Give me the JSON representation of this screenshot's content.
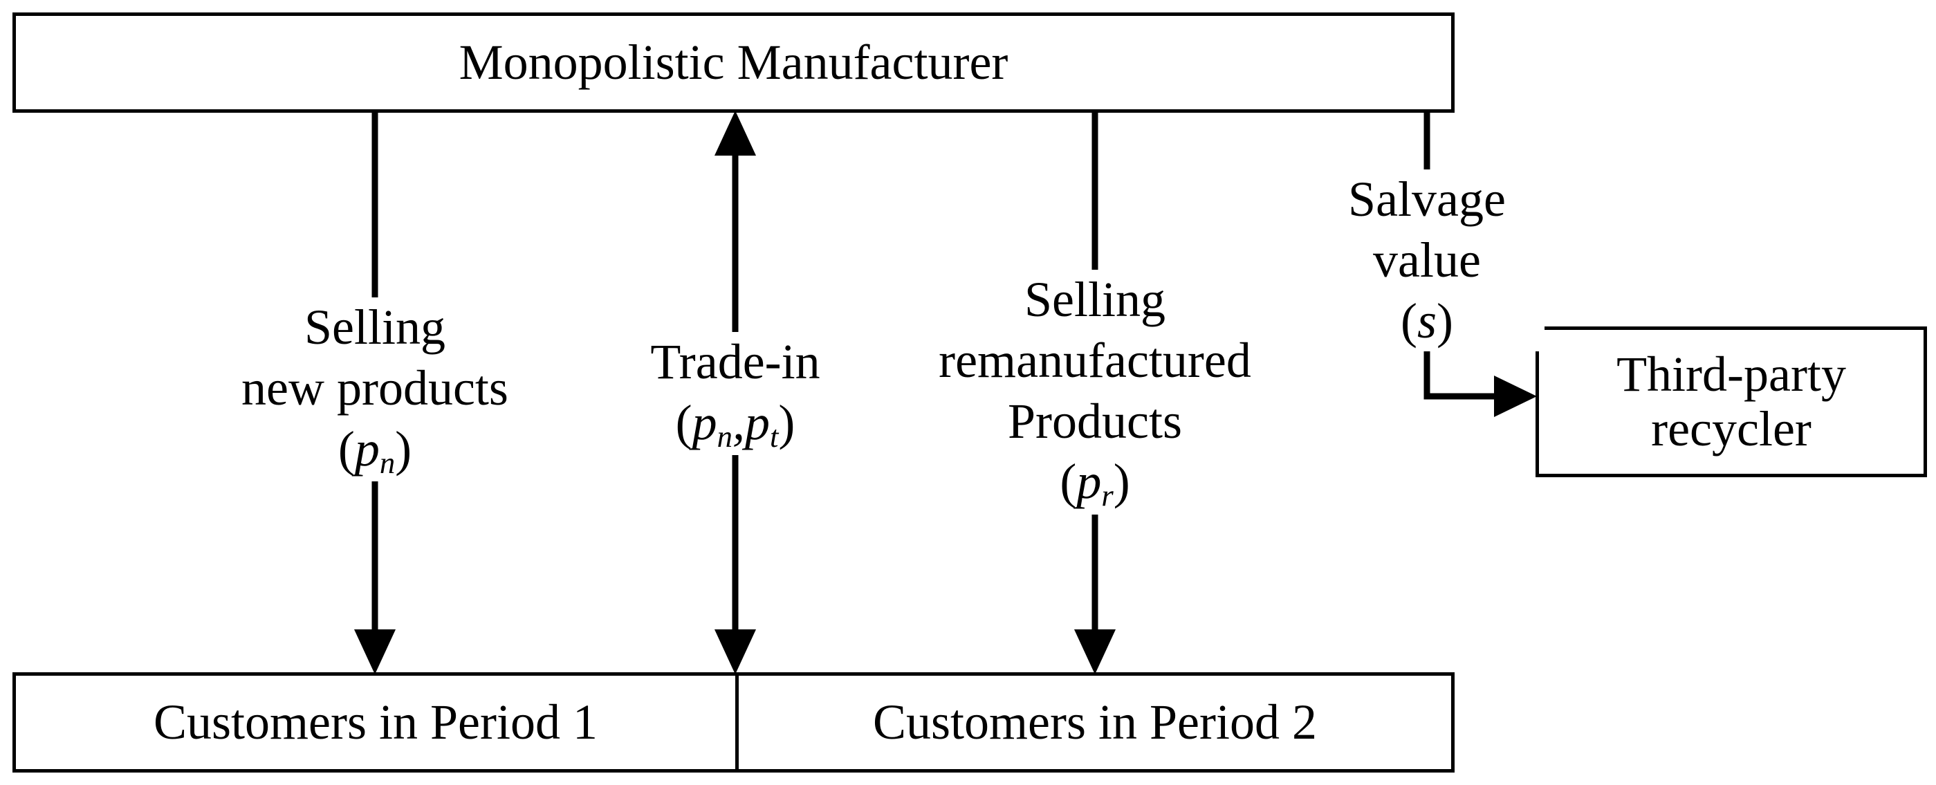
{
  "boxes": {
    "manufacturer": "Monopolistic Manufacturer",
    "customers_p1": "Customers in Period 1",
    "customers_p2": "Customers in Period 2",
    "recycler": [
      "Third-party",
      "recycler"
    ]
  },
  "flows": {
    "selling_new": {
      "lines": [
        "Selling",
        "new products"
      ],
      "symbol": "p",
      "sub": "n"
    },
    "trade_in": {
      "lines": [
        "Trade-in"
      ],
      "symbol1": "p",
      "sub1": "n",
      "sep": ",",
      "symbol2": "p",
      "sub2": "t"
    },
    "selling_reman": {
      "lines": [
        "Selling",
        "remanufactured",
        "Products"
      ],
      "symbol": "p",
      "sub": "r"
    },
    "salvage": {
      "lines": [
        "Salvage",
        "value"
      ],
      "symbol": "s"
    }
  }
}
